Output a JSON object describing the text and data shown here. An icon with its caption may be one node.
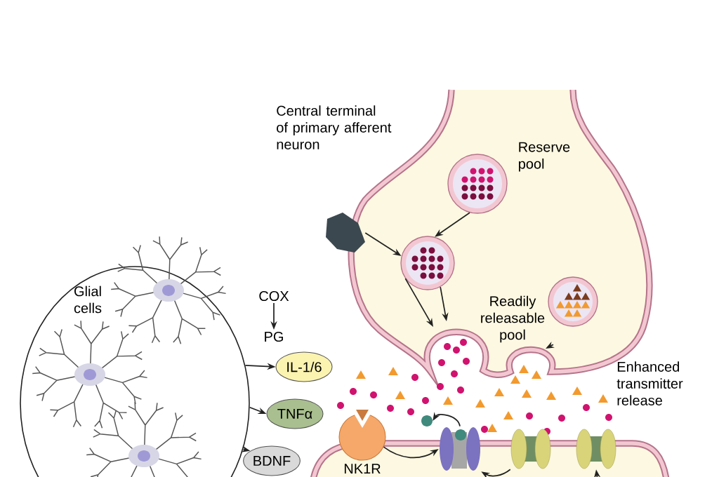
{
  "diagram": {
    "nodes": [
      {
        "text": [
          "Glial cells"
        ]
      },
      {
        "text": [
          "COX"
        ]
      },
      {
        "text": [
          "PG"
        ]
      },
      {
        "text": [
          "IL-1/6"
        ]
      },
      {
        "text": [
          "TNFα"
        ]
      },
      {
        "text": [
          "BDNF"
        ]
      },
      {
        "text": [],
        "shape": "circle",
        "beside": [
          "Reserve pool"
        ]
      },
      {
        "text": [],
        "shape": "picture"
      },
      {
        "text": [],
        "shape": "circle"
      },
      {
        "text": [
          "Readily releasable pool"
        ]
      },
      {
        "text": [],
        "shape": "circle"
      },
      {
        "text": [
          "NK1R"
        ]
      },
      {
        "text": [],
        "shape": "circle"
      },
      {
        "text": [],
        "shape": "picture"
      },
      {
        "text": [],
        "shape": "picture"
      },
      {
        "text": [],
        "shape": "picture"
      }
    ],
    "edges": [
      {
        "from": 0,
        "to": 3,
        "arrow": "to"
      },
      {
        "from": 0,
        "to": 4,
        "arrow": "to"
      },
      {
        "from": 0,
        "to": 5,
        "arrow": "to"
      },
      {
        "from": 1,
        "to": 2,
        "arrow": "to"
      },
      {
        "from": 6,
        "to": 8,
        "arrow": "to"
      },
      {
        "from": 7,
        "to": 8,
        "arrow": "to"
      },
      {
        "from": 8,
        "to": null,
        "arrow": "to"
      },
      {
        "from": 8,
        "to": null,
        "arrow": "to"
      },
      {
        "from": 9,
        "to": null,
        "arrow": "to"
      },
      {
        "from": 11,
        "to": 13,
        "arrow": "to"
      },
      {
        "from": 13,
        "to": 12,
        "arrow": "to"
      },
      {
        "from": 14,
        "to": 13,
        "arrow": "to"
      },
      {
        "from": null,
        "to": 15,
        "arrow": "to"
      }
    ],
    "labels": [
      "Central terminal of primary afferent neuron",
      "Enhanced transmitter release"
    ]
  }
}
